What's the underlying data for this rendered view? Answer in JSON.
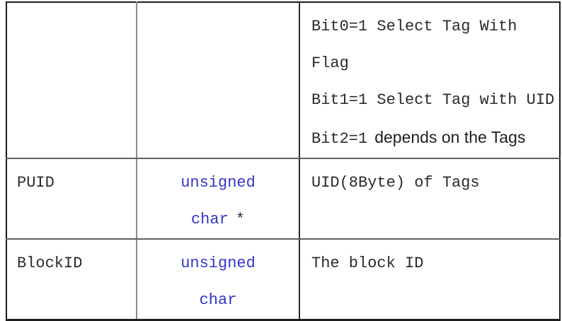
{
  "page": {
    "background": "#ffffff"
  },
  "colors": {
    "body_text": "#2b2b2b",
    "type_keyword_blue": "#3434cb",
    "outer_border": "#1c1c1c",
    "col1_divider_gray": "#8a8a8a",
    "col2_divider_dark": "#2a2a2a",
    "row_divider_gray": "#5f5f5f"
  },
  "table": {
    "rows": [
      {
        "field": "",
        "type": {
          "line1": "",
          "line2_keyword": "",
          "line2_pointer": ""
        },
        "desc_lines": [
          "Bit0=1 Select Tag With",
          "Flag",
          "Bit1=1 Select Tag with UID"
        ],
        "desc_line4": {
          "mono_part": "Bit2=1",
          "sans_part": "depends on the Tags"
        }
      },
      {
        "field": "PUID",
        "type": {
          "line1": "unsigned",
          "line2_keyword": "char",
          "line2_pointer": "*"
        },
        "desc_lines": [
          "UID(8Byte) of Tags"
        ]
      },
      {
        "field": "BlockID",
        "type": {
          "line1": "unsigned",
          "line2_keyword": "char",
          "line2_pointer": ""
        },
        "desc_lines": [
          "The block ID"
        ]
      }
    ]
  }
}
